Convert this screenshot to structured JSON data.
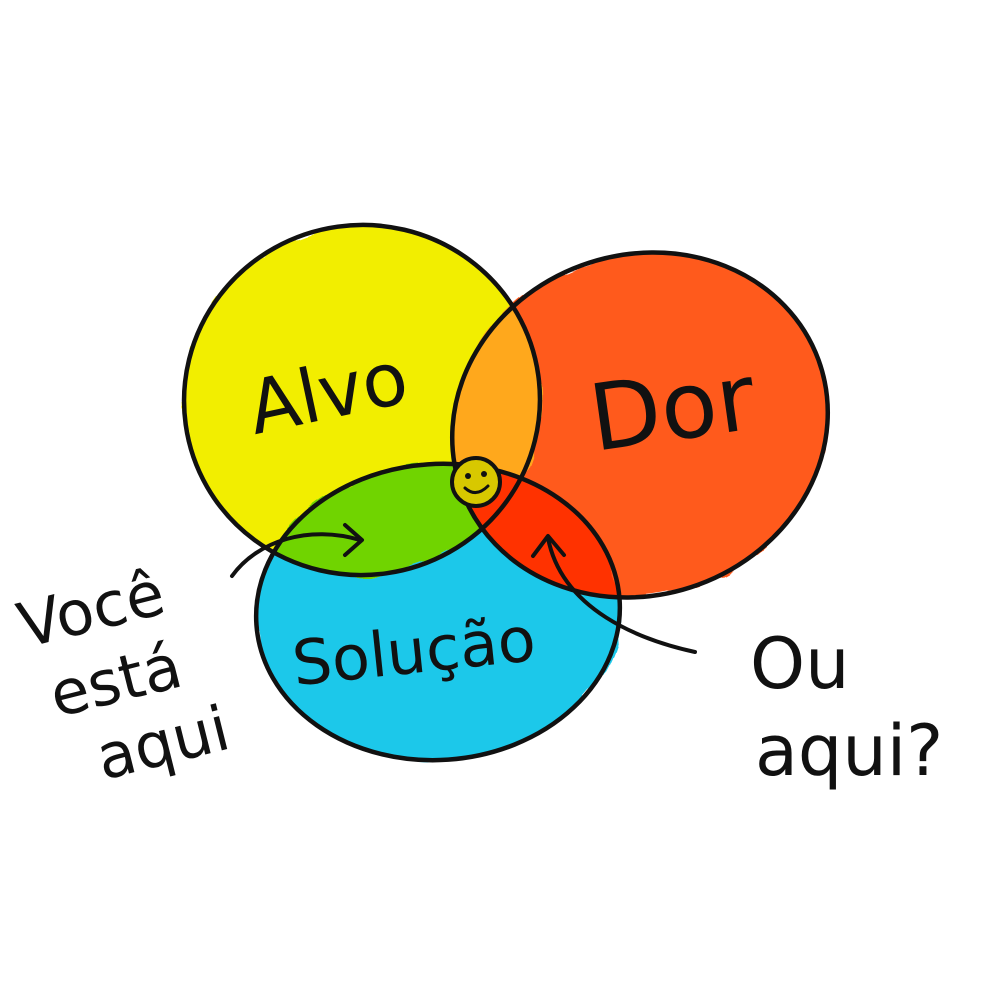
{
  "diagram": {
    "circles": [
      {
        "id": "alvo",
        "label": "Alvo",
        "color": "#f2ee00"
      },
      {
        "id": "dor",
        "label": "Dor",
        "color": "#ff5a1e"
      },
      {
        "id": "solucao",
        "label": "Solução",
        "color": "#1ec8ea"
      }
    ],
    "overlaps": {
      "alvo_solucao": "#6fd400",
      "alvo_dor": "#ffa81e",
      "dor_solucao": "#ff3300"
    },
    "center_icon": "smiley-face-icon",
    "annotations": {
      "voce_esta_aqui": [
        "Você",
        "está",
        "aqui"
      ],
      "ou_aqui": [
        "Ou",
        "aqui?"
      ]
    }
  }
}
